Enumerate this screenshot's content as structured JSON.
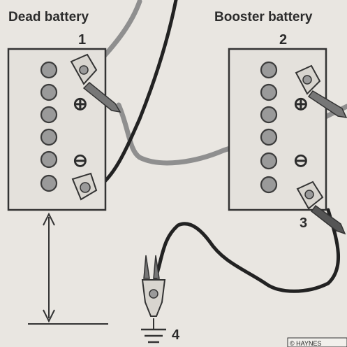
{
  "labels": {
    "dead_battery": "Dead battery",
    "booster_battery": "Booster battery",
    "step_1": "1",
    "step_2": "2",
    "step_3": "3",
    "step_4": "4",
    "plus_symbol": "⊕",
    "minus_symbol": "⊖",
    "copyright": "© HAYNES"
  },
  "colors": {
    "background": "#e9e6e1",
    "red_cable": "#8f8f8f",
    "black_cable": "#222222",
    "line": "#3a3a3a"
  }
}
